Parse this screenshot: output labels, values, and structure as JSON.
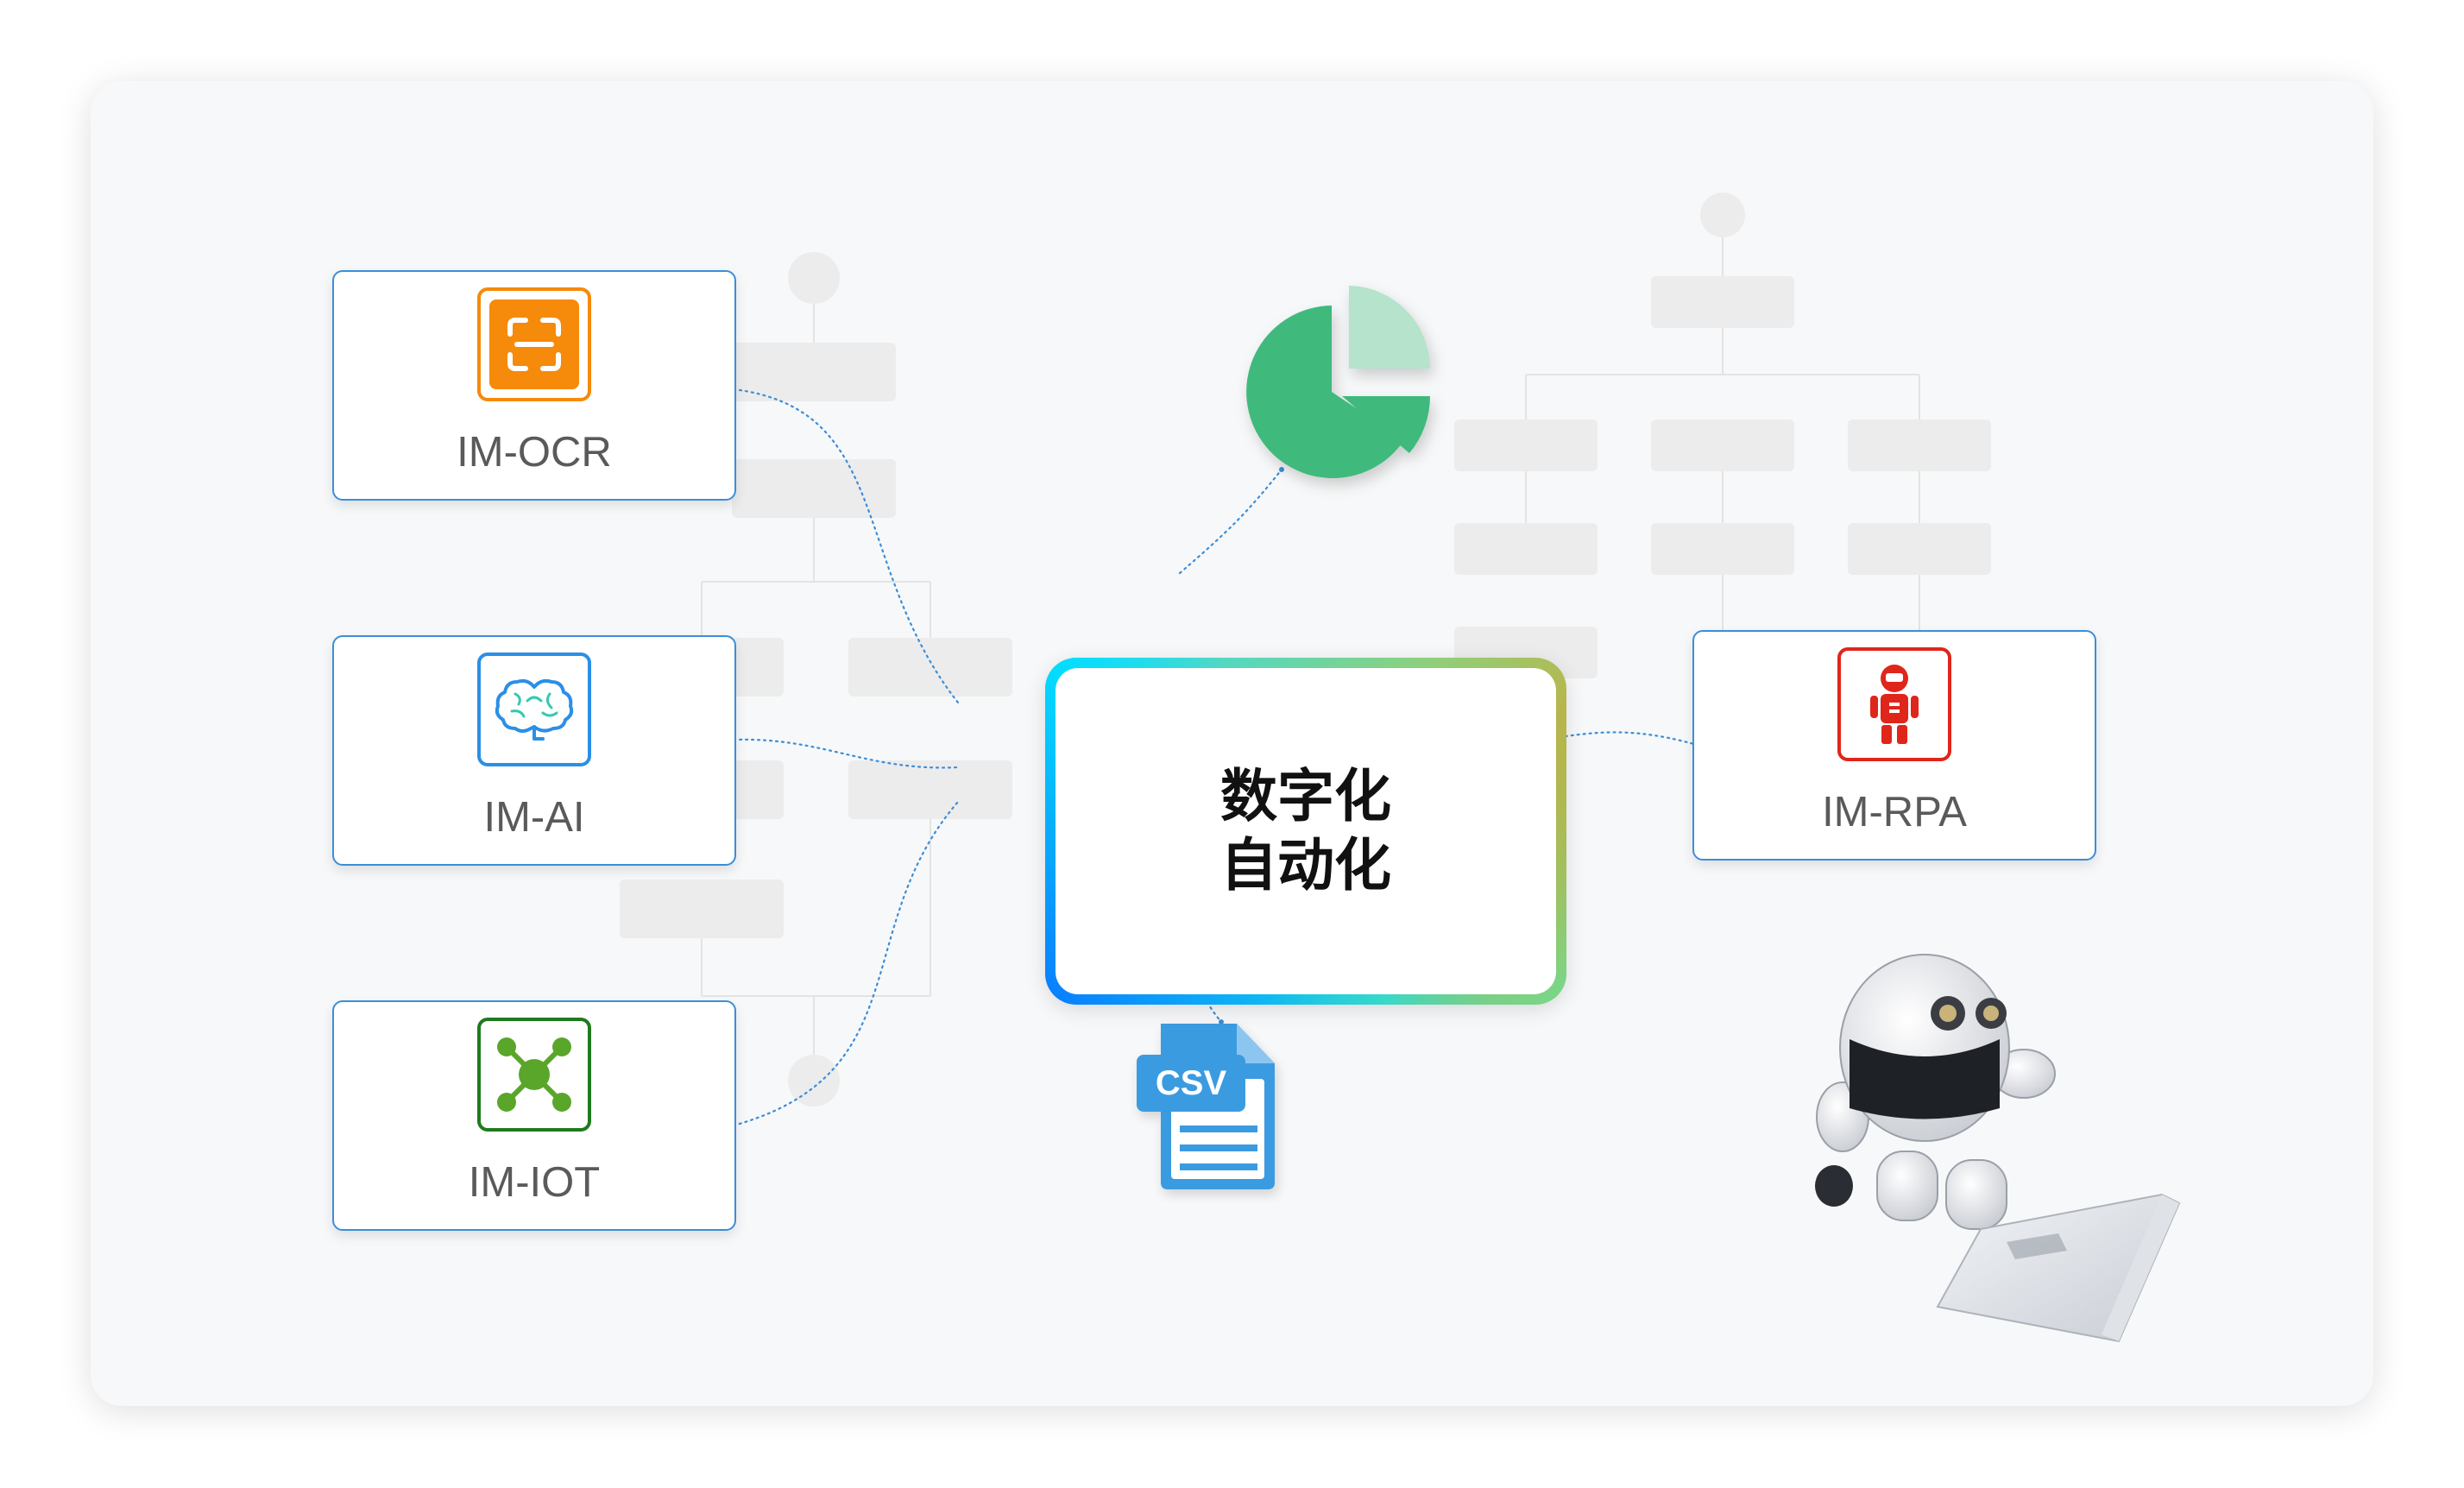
{
  "center": {
    "line1": "数字化",
    "line2": "自动化"
  },
  "nodes": {
    "ocr": {
      "label": "IM-OCR",
      "icon": "scan-icon",
      "color": "#f58a0b"
    },
    "ai": {
      "label": "IM-AI",
      "icon": "brain-icon",
      "color": "#2b8fe6"
    },
    "iot": {
      "label": "IM-IOT",
      "icon": "network-icon",
      "color": "#1f7a1f"
    },
    "rpa": {
      "label": "IM-RPA",
      "icon": "robot-icon",
      "color": "#e0251b"
    }
  },
  "csv": {
    "label": "CSV",
    "color": "#3b9be0"
  },
  "pie": {
    "colors": [
      "#3fb97d",
      "#b5e3cb"
    ]
  },
  "robot_image": {
    "icon": "robot-with-laptop-icon"
  }
}
